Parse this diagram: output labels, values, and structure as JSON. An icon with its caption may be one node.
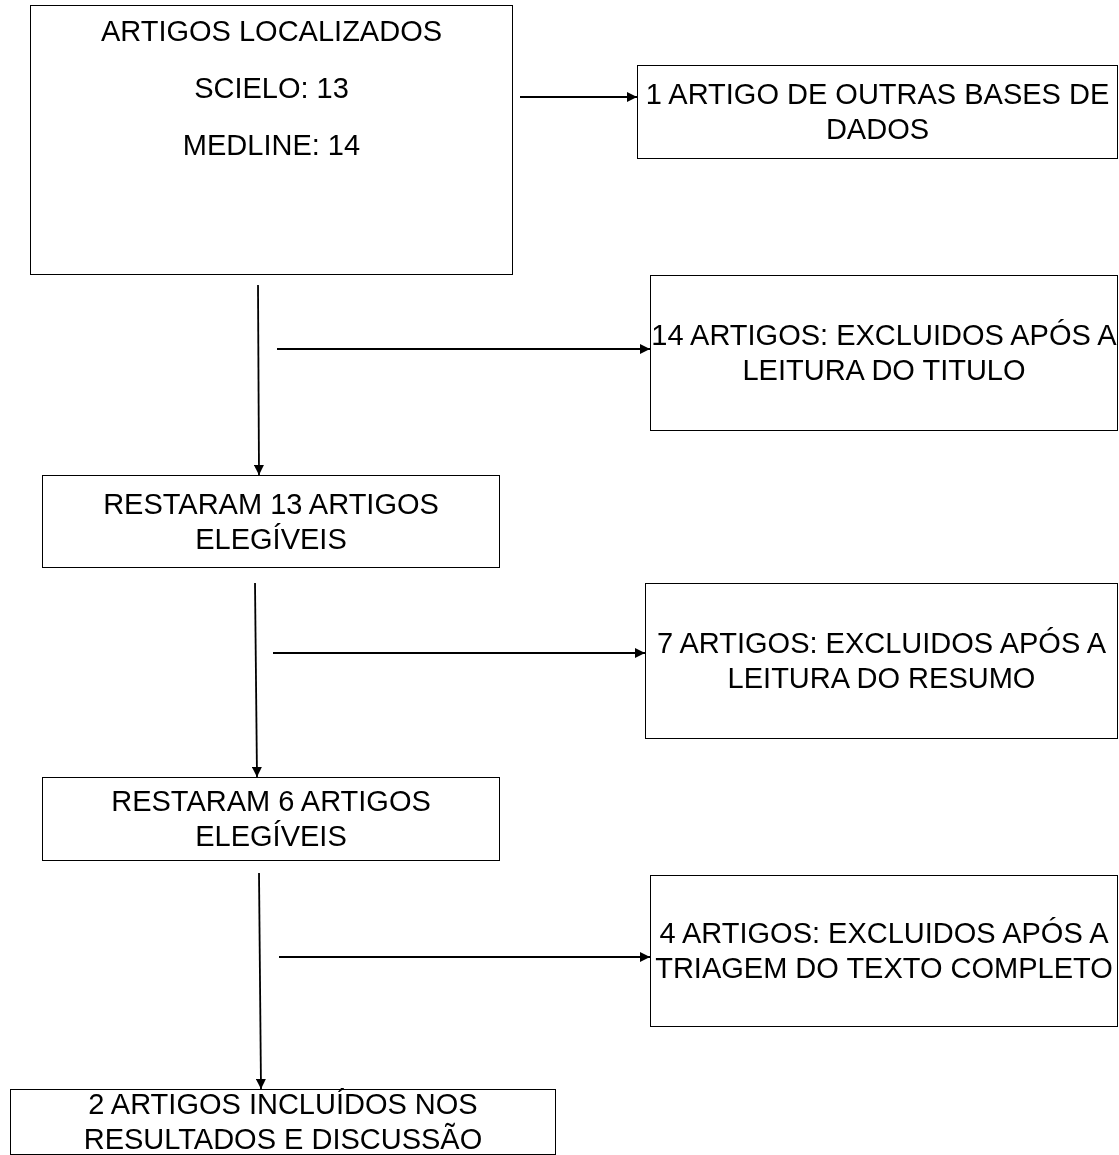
{
  "diagram": {
    "nodes": [
      {
        "text": [
          "ARTIGOS LOCALIZADOS",
          "SCIELO: 13",
          "MEDLINE: 14"
        ]
      },
      {
        "text": [
          "1 ARTIGO DE OUTRAS BASES DE DADOS"
        ]
      },
      {
        "text": [
          "14 ARTIGOS: EXCLUIDOS APÓS A LEITURA DO TITULO"
        ]
      },
      {
        "text": [
          "RESTARAM 13 ARTIGOS ELEGÍVEIS"
        ]
      },
      {
        "text": [
          "7 ARTIGOS: EXCLUIDOS APÓS A LEITURA DO RESUMO"
        ]
      },
      {
        "text": [
          "RESTARAM 6 ARTIGOS ELEGÍVEIS"
        ]
      },
      {
        "text": [
          "4 ARTIGOS: EXCLUIDOS APÓS A TRIAGEM DO TEXTO COMPLETO"
        ]
      },
      {
        "text": [
          "2 ARTIGOS INCLUÍDOS NOS RESULTADOS E DISCUSSÃO"
        ]
      }
    ],
    "edges": [
      {
        "from": 0,
        "to": 1,
        "arrow": "to"
      },
      {
        "from": 0,
        "to": 3,
        "arrow": "to"
      },
      {
        "from": null,
        "to": 2,
        "arrow": "to"
      },
      {
        "from": 3,
        "to": 5,
        "arrow": "to"
      },
      {
        "from": null,
        "to": 4,
        "arrow": "to"
      },
      {
        "from": 5,
        "to": 7,
        "arrow": "to"
      },
      {
        "from": null,
        "to": 6,
        "arrow": "to"
      }
    ]
  }
}
